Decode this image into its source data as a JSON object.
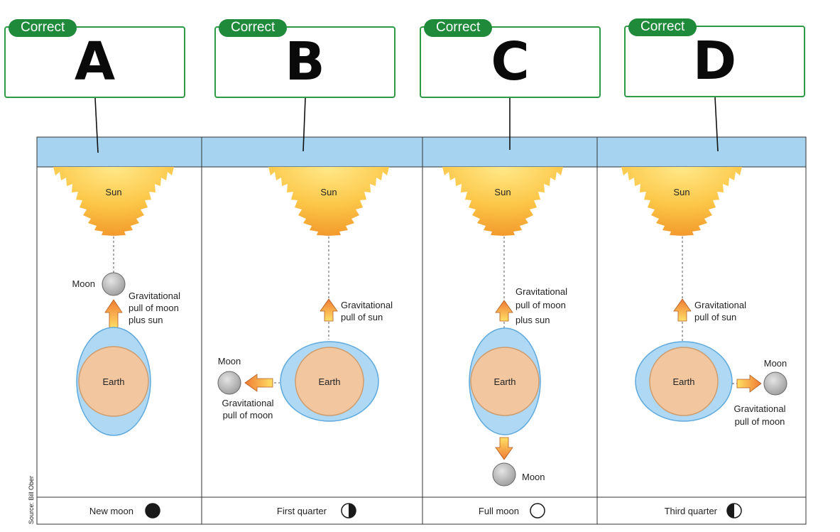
{
  "answers": [
    {
      "badge": "Correct",
      "letter": "A"
    },
    {
      "badge": "Correct",
      "letter": "B"
    },
    {
      "badge": "Correct",
      "letter": "C"
    },
    {
      "badge": "Correct",
      "letter": "D"
    }
  ],
  "panels": [
    {
      "sun": "Sun",
      "earth": "Earth",
      "moon": "Moon",
      "force_lines": [
        "Gravitational",
        "pull of moon",
        "plus sun"
      ],
      "phase": "New moon",
      "phase_icon": "new-moon-icon"
    },
    {
      "sun": "Sun",
      "earth": "Earth",
      "moon": "Moon",
      "sun_force_lines": [
        "Gravitational",
        "pull of sun"
      ],
      "moon_force_lines": [
        "Gravitational",
        "pull of moon"
      ],
      "phase": "First quarter",
      "phase_icon": "first-quarter-icon"
    },
    {
      "sun": "Sun",
      "earth": "Earth",
      "moon": "Moon",
      "force_lines": [
        "Gravitational",
        "pull of moon",
        "plus sun"
      ],
      "phase": "Full moon",
      "phase_icon": "full-moon-icon"
    },
    {
      "sun": "Sun",
      "earth": "Earth",
      "moon": "Moon",
      "sun_force_lines": [
        "Gravitational",
        "pull of sun"
      ],
      "moon_force_lines": [
        "Gravitational",
        "pull of moon"
      ],
      "phase": "Third quarter",
      "phase_icon": "third-quarter-icon"
    }
  ],
  "source": "Source: Bill Ober",
  "colors": {
    "correct_badge": "#1f8a3a",
    "box_border": "#2e9a45",
    "header_blue": "#a6d3ef",
    "tide_blue": "#aed8f3",
    "earth": "#f2c7a0",
    "arrow": "#f39a3c"
  }
}
